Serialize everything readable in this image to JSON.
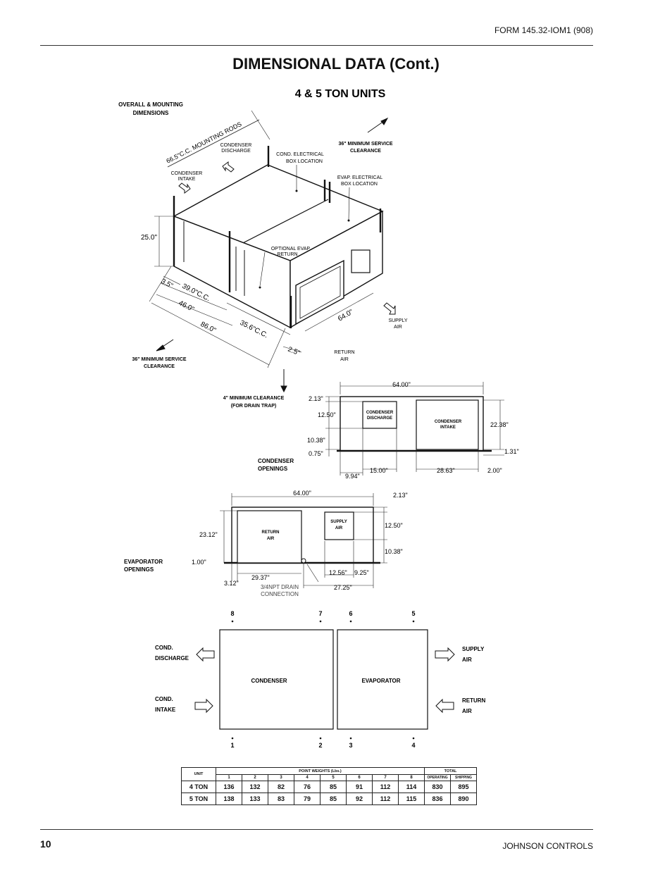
{
  "header": {
    "form_number": "FORM 145.32-IOM1 (908)"
  },
  "title": "DIMENSIONAL DATA (Cont.)",
  "iso": {
    "heading": "4 & 5 TON UNITS",
    "overall_1": "OVERALL & MOUNTING",
    "overall_2": "DIMENSIONS",
    "rods": "66.5\"C.C. MOUNTING RODS",
    "cond_discharge_1": "CONDENSER",
    "cond_discharge_2": "DISCHARGE",
    "cond_intake_1": "CONDENSER",
    "cond_intake_2": "INTAKE",
    "cond_elec_1": "COND.  ELECTRICAL",
    "cond_elec_2": "BOX  LOCATION",
    "evap_elec_1": "EVAP.  ELECTRICAL",
    "evap_elec_2": "BOX  LOCATION",
    "service_top_1": "36\"  MINIMUM  SERVICE",
    "service_top_2": "CLEARANCE",
    "opt_return_1": "OPTIONAL  EVAP.",
    "opt_return_2": "RETURN",
    "dim_25": "25.0\"",
    "dim_3_5": "3.5\"",
    "dim_39": "39.0\"C.C.",
    "dim_46": "46.0\"",
    "dim_86": "86.0\"",
    "dim_35_6": "35.6\"C.C.",
    "dim_2_5": "2.5\"",
    "dim_64": "64.0\"",
    "supply_1": "SUPPLY",
    "supply_2": "AIR",
    "return_1": "RETURN",
    "return_2": "AIR",
    "service_bot_1": "36\"  MINIMUM  SERVICE",
    "service_bot_2": "CLEARANCE",
    "drain_1": "4\"  MINIMUM  CLEARANCE",
    "drain_2": "(FOR  DRAIN  TRAP)"
  },
  "cond_open": {
    "label_1": "CONDENSER",
    "label_2": "OPENINGS",
    "width": "64.00\"",
    "d_2_13": "2.13\"",
    "d_12_50": "12.50\"",
    "d_10_38": "10.38\"",
    "d_0_75": "0.75\"",
    "d_9_94": "9.94\"",
    "d_15_00": "15.00\"",
    "d_28_63": "28.63\"",
    "d_2_00": "2.00\"",
    "d_22_38": "22.38\"",
    "d_1_31": "1.31\"",
    "discharge_1": "CONDENSER",
    "discharge_2": "DISCHARGE",
    "intake_1": "CONDENSER",
    "intake_2": "INTAKE"
  },
  "evap_open": {
    "label_1": "EVAPORATOR",
    "label_2": "OPENINGS",
    "width": "64.00\"",
    "d_2_13": "2.13\"",
    "d_23_12": "23.12\"",
    "d_12_50": "12.50\"",
    "d_10_38": "10.38\"",
    "d_1_00": "1.00\"",
    "d_29_37": "29.37\"",
    "d_3_12": "3.12\"",
    "d_12_56": "12.56\"",
    "d_9_25": "9.25\"",
    "d_27_25": "27.25\"",
    "drain_1": "3/4NPT  DRAIN",
    "drain_2": "CONNECTION",
    "return_1": "RETURN",
    "return_2": "AIR",
    "supply_1": "SUPPLY",
    "supply_2": "AIR"
  },
  "points": {
    "cond_discharge_1": "COND.",
    "cond_discharge_2": "DISCHARGE",
    "cond_intake_1": "COND.",
    "cond_intake_2": "INTAKE",
    "supply_1": "SUPPLY",
    "supply_2": "AIR",
    "return_1": "RETURN",
    "return_2": "AIR",
    "condenser": "CONDENSER",
    "evaporator": "EVAPORATOR",
    "p1": "1",
    "p2": "2",
    "p3": "3",
    "p4": "4",
    "p5": "5",
    "p6": "6",
    "p7": "7",
    "p8": "8"
  },
  "table": {
    "unit": "UNIT",
    "point_weights": "POINT WEIGHTS (Lbs.)",
    "total": "TOTAL",
    "cols": [
      "1",
      "2",
      "3",
      "4",
      "5",
      "6",
      "7",
      "8"
    ],
    "operating": "OPERATING",
    "shipping": "SHIPPING",
    "rows": [
      {
        "unit": "4 TON",
        "w": [
          "136",
          "132",
          "82",
          "76",
          "85",
          "91",
          "112",
          "114"
        ],
        "op": "830",
        "ship": "895"
      },
      {
        "unit": "5 TON",
        "w": [
          "138",
          "133",
          "83",
          "79",
          "85",
          "92",
          "112",
          "115"
        ],
        "op": "836",
        "ship": "890"
      }
    ]
  },
  "footer": {
    "page": "10",
    "brand": "JOHNSON CONTROLS"
  }
}
